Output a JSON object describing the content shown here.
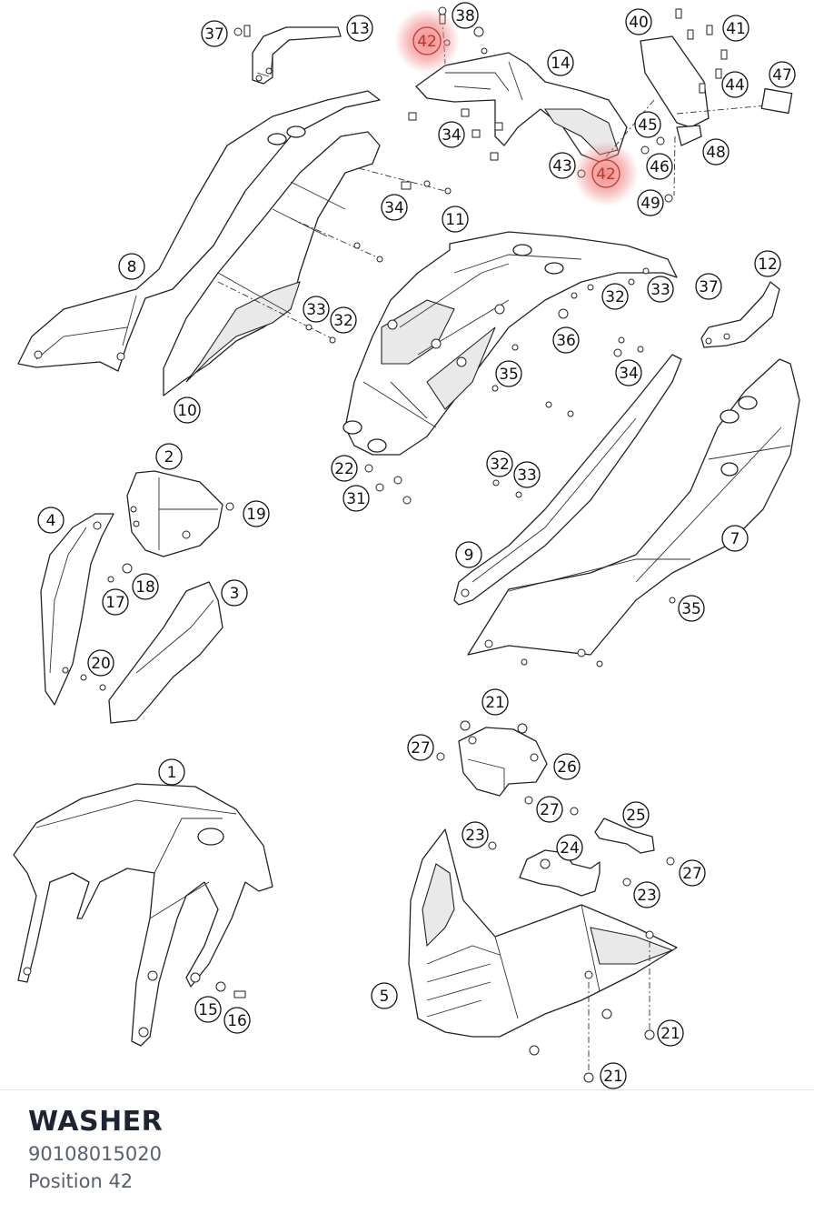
{
  "part": {
    "name": "WASHER",
    "number": "90108015020",
    "position_label": "Position 42"
  },
  "callouts": [
    {
      "n": "1"
    },
    {
      "n": "2"
    },
    {
      "n": "3"
    },
    {
      "n": "4"
    },
    {
      "n": "5"
    },
    {
      "n": "7"
    },
    {
      "n": "8"
    },
    {
      "n": "9"
    },
    {
      "n": "10"
    },
    {
      "n": "11"
    },
    {
      "n": "12"
    },
    {
      "n": "13"
    },
    {
      "n": "14"
    },
    {
      "n": "15"
    },
    {
      "n": "16"
    },
    {
      "n": "17"
    },
    {
      "n": "18"
    },
    {
      "n": "19"
    },
    {
      "n": "20"
    },
    {
      "n": "21"
    },
    {
      "n": "21"
    },
    {
      "n": "21"
    },
    {
      "n": "22"
    },
    {
      "n": "23"
    },
    {
      "n": "23"
    },
    {
      "n": "24"
    },
    {
      "n": "25"
    },
    {
      "n": "26"
    },
    {
      "n": "27"
    },
    {
      "n": "27"
    },
    {
      "n": "27"
    },
    {
      "n": "31"
    },
    {
      "n": "32"
    },
    {
      "n": "32"
    },
    {
      "n": "32"
    },
    {
      "n": "33"
    },
    {
      "n": "33"
    },
    {
      "n": "33"
    },
    {
      "n": "34"
    },
    {
      "n": "34"
    },
    {
      "n": "34"
    },
    {
      "n": "35"
    },
    {
      "n": "35"
    },
    {
      "n": "36"
    },
    {
      "n": "37"
    },
    {
      "n": "37"
    },
    {
      "n": "38"
    },
    {
      "n": "40"
    },
    {
      "n": "41"
    },
    {
      "n": "42",
      "highlighted": true
    },
    {
      "n": "42",
      "highlighted": true
    },
    {
      "n": "43"
    },
    {
      "n": "44"
    },
    {
      "n": "45"
    },
    {
      "n": "46"
    },
    {
      "n": "47"
    },
    {
      "n": "48"
    },
    {
      "n": "49"
    }
  ],
  "colors": {
    "highlight": "#f08080",
    "title": "#1f2433",
    "subtitle": "#5a6070"
  }
}
